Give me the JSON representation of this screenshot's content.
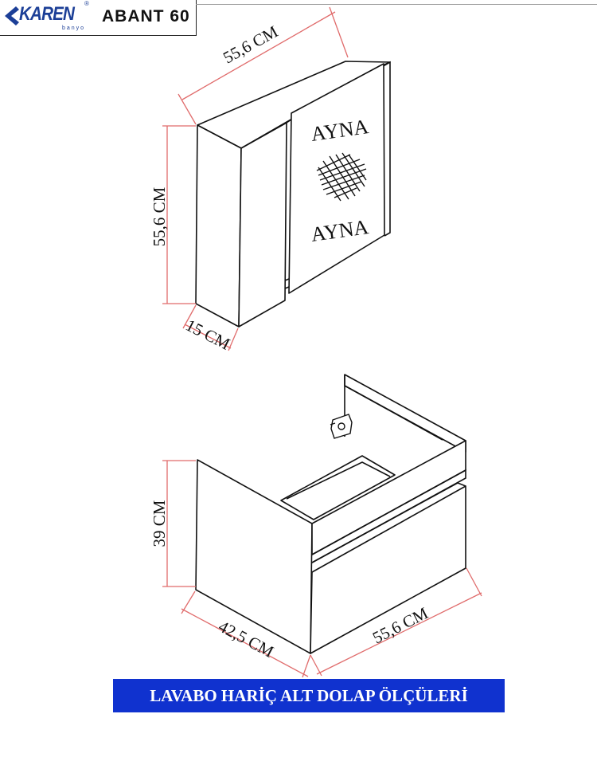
{
  "header": {
    "brand": "KAREN",
    "brand_sub": "banyo",
    "brand_reg": "®",
    "model": "ABANT 60"
  },
  "mirror_cabinet": {
    "width_label": "55,6 CM",
    "height_label": "55,6 CM",
    "depth_label": "15 CM",
    "door_text_top": "AYNA",
    "door_text_bottom": "AYNA"
  },
  "base_cabinet": {
    "height_label": "39 CM",
    "depth_label": "42,5 CM",
    "width_label": "55,6 CM"
  },
  "caption": "LAVABO HARİÇ ALT DOLAP ÖLÇÜLERİ",
  "colors": {
    "brand_blue": "#1c3f97",
    "banner_bg": "#1032cf",
    "dimension_lines": "#e06b6b"
  }
}
